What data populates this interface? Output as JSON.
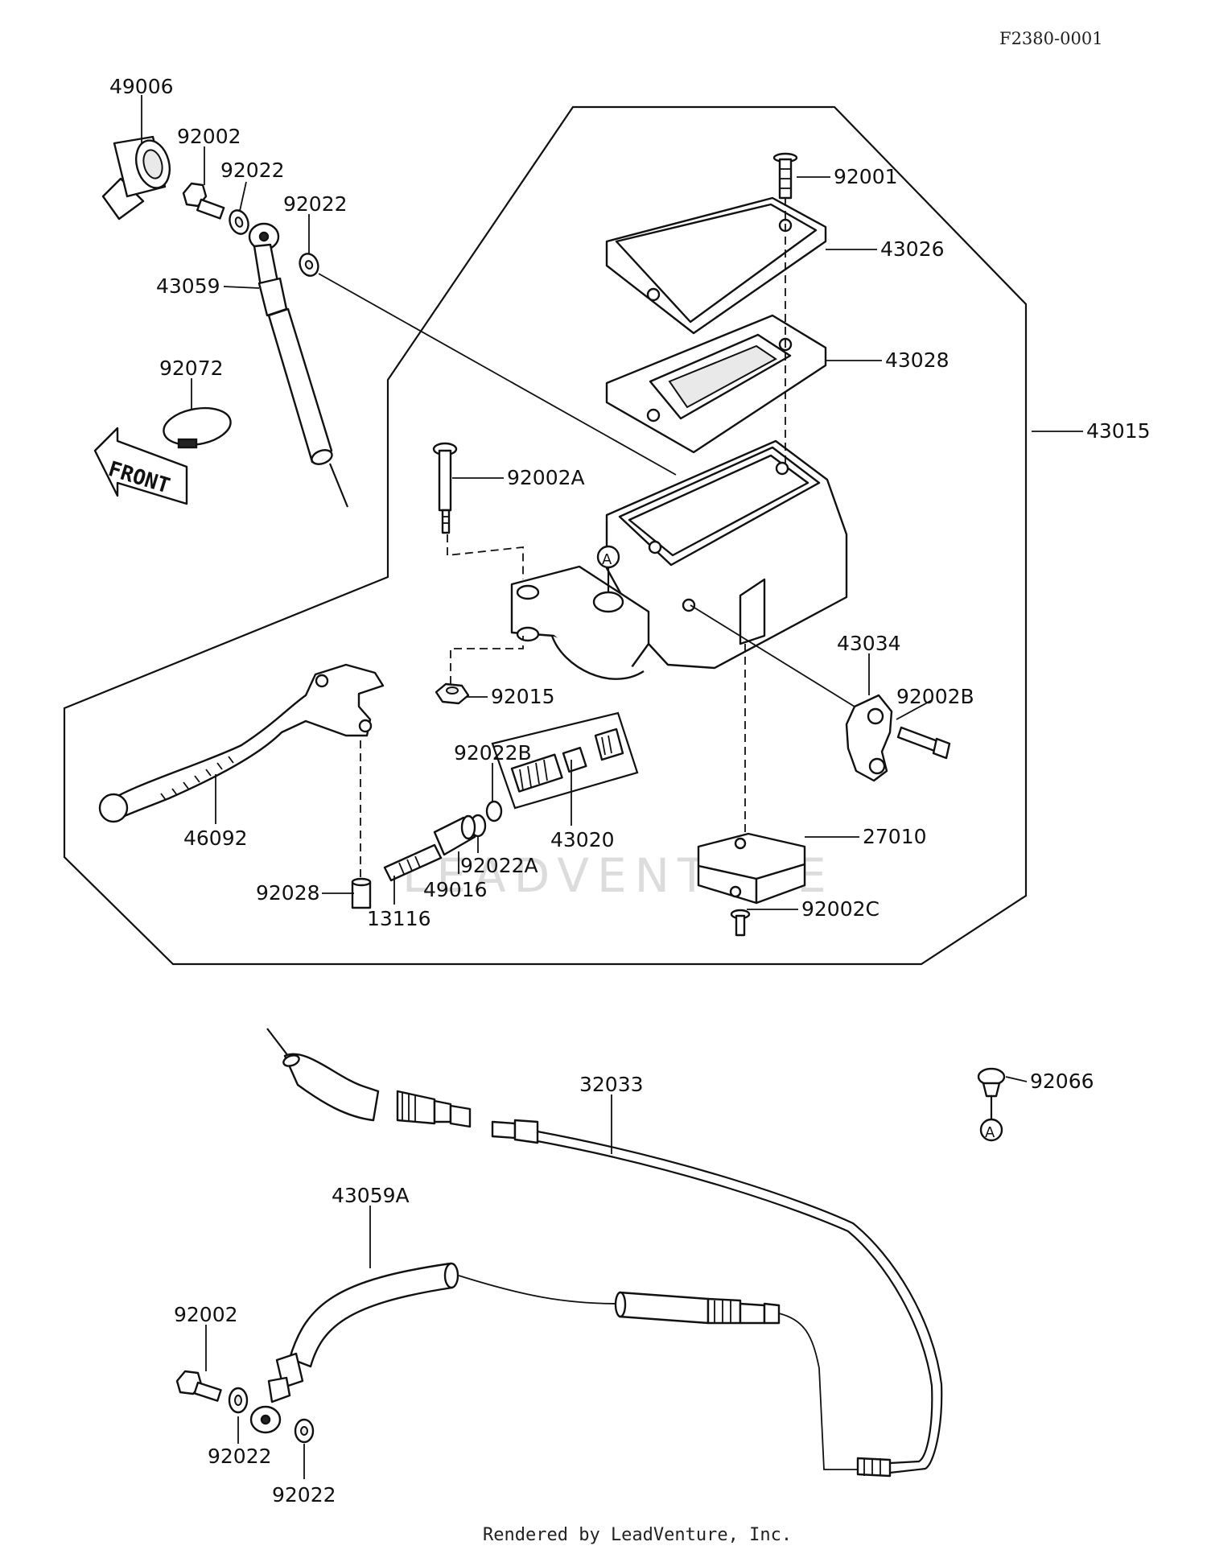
{
  "diagram": {
    "code": "F2380-0001",
    "footer": "Rendered by LeadVenture, Inc.",
    "watermark": "LEADVENTURE",
    "front_label": "FRONT",
    "ref_marker": "A",
    "callouts": {
      "c49006": "49006",
      "c92002_top": "92002",
      "c92022_top_a": "92022",
      "c92022_top_b": "92022",
      "c43059": "43059",
      "c92072": "92072",
      "c92001": "92001",
      "c43026": "43026",
      "c43028": "43028",
      "c43015": "43015",
      "c92002A": "92002A",
      "c43034": "43034",
      "c92002B": "92002B",
      "c92015": "92015",
      "c92022B": "92022B",
      "c46092": "46092",
      "c43020": "43020",
      "c27010": "27010",
      "c92022A": "92022A",
      "c49016": "49016",
      "c92028": "92028",
      "c13116": "13116",
      "c92002C": "92002C",
      "c32033": "32033",
      "c92066": "92066",
      "c43059A": "43059A",
      "c92002_bot": "92002",
      "c92022_bot_a": "92022",
      "c92022_bot_b": "92022"
    }
  }
}
